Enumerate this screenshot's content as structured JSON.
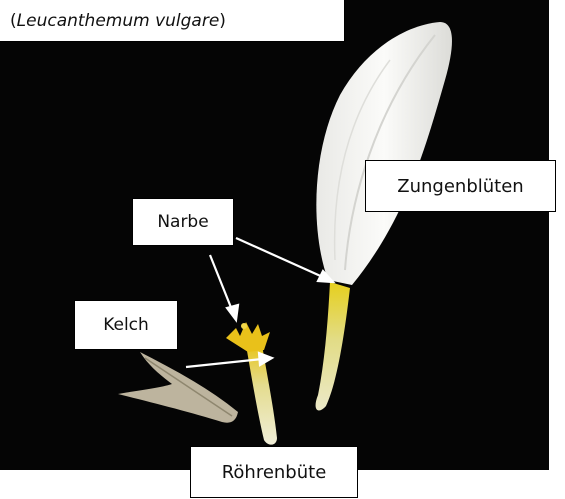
{
  "image": {
    "title_prefix": "(",
    "title_species": "Leucanthemum vulgare",
    "title_suffix": ")",
    "labels": {
      "zungenblueten": "Zungenblüten",
      "narbe": "Narbe",
      "kelch": "Kelch",
      "roehrenbluete": "Röhrenbüte"
    },
    "colors": {
      "background": "#050505",
      "petal": "#f4f4f1",
      "floret_yellow": "#e8c21a",
      "tube": "#e4df9a",
      "bract": "#c9bfa6",
      "arrow": "#ffffff"
    }
  }
}
